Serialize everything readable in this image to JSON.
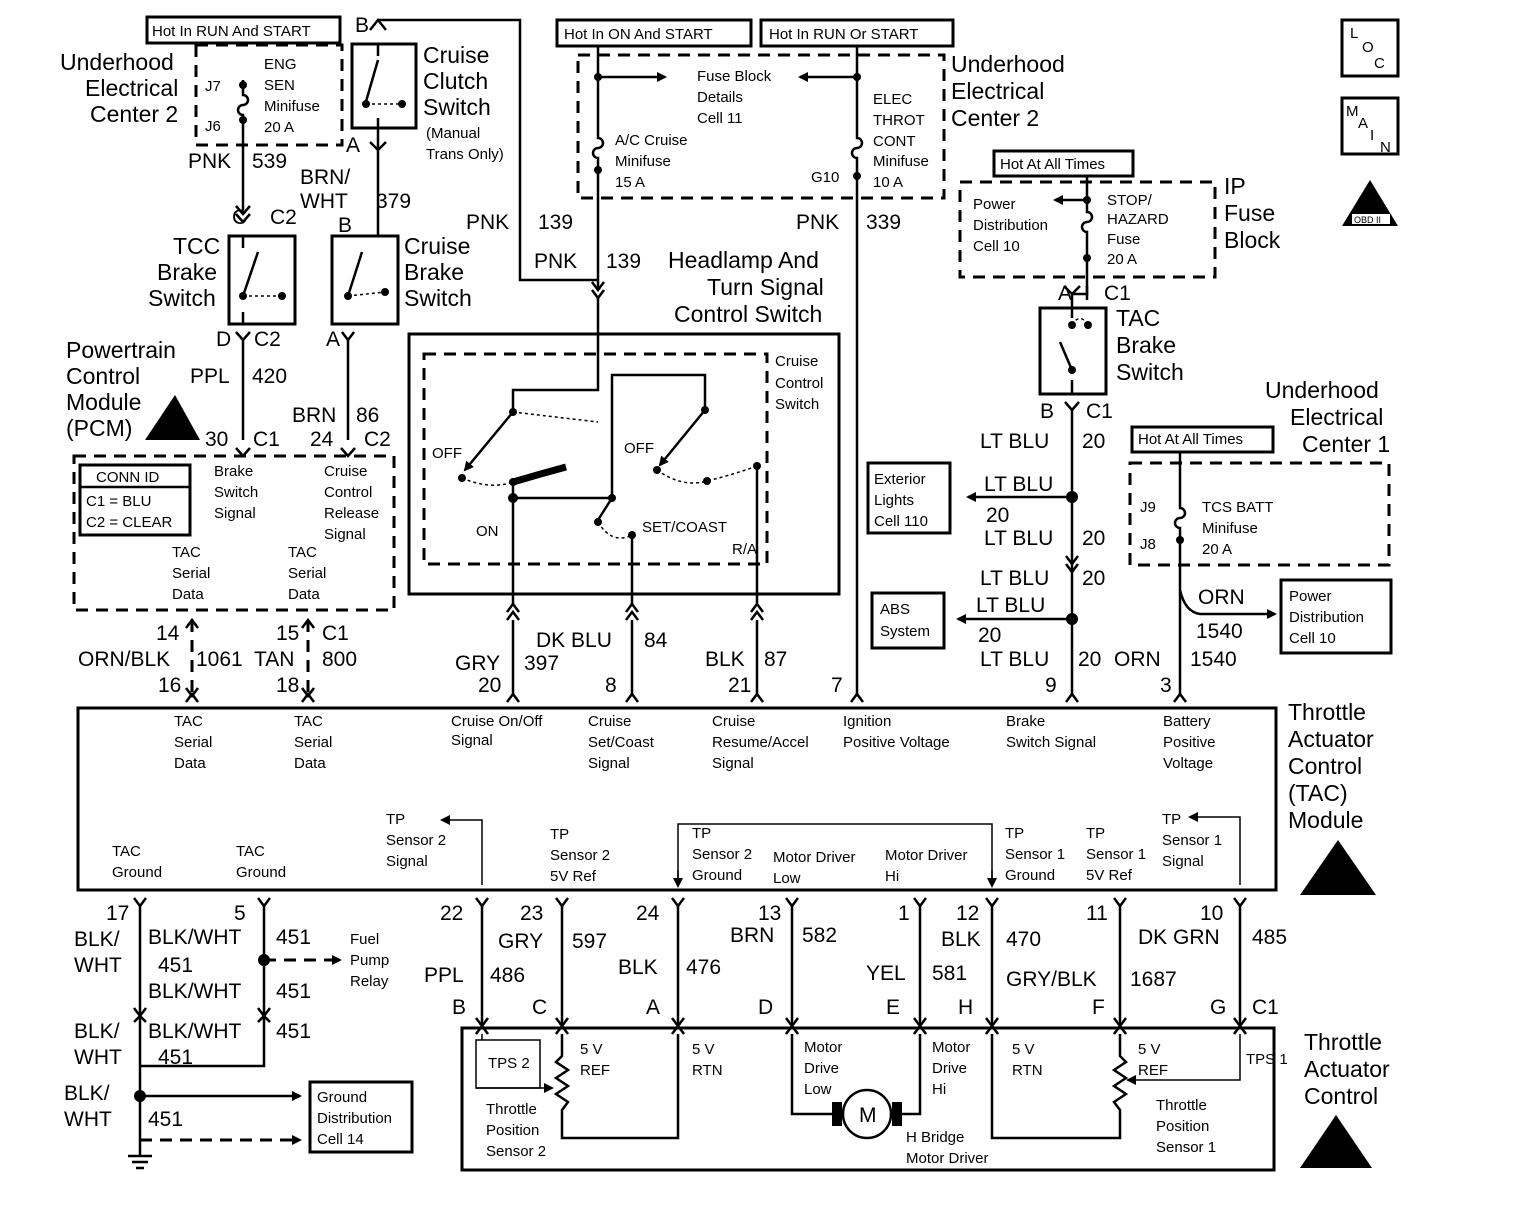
{
  "hot_labels": {
    "run_start": "Hot In RUN And START",
    "on_start": "Hot In ON And START",
    "run_or_start": "Hot In RUN Or START",
    "all_times_ip": "Hot At All Times",
    "all_times_uec1": "Hot At All Times"
  },
  "uec2_left": {
    "title": [
      "Underhood",
      "Electrical",
      "Center 2"
    ],
    "fuse": [
      "ENG",
      "SEN",
      "Minifuse",
      "20 A"
    ],
    "j_top": "J7",
    "j_bot": "J6"
  },
  "uec2_right": {
    "title": [
      "Underhood",
      "Electrical",
      "Center 2"
    ],
    "fuse_left": [
      "A/C Cruise",
      "Minifuse",
      "15 A"
    ],
    "fuse_right": [
      "ELEC",
      "THROT",
      "CONT",
      "Minifuse",
      "10 A"
    ],
    "g10": "G10",
    "fuse_block": [
      "Fuse Block",
      "Details",
      "Cell 11"
    ]
  },
  "cruise_clutch": {
    "label": [
      "Cruise",
      "Clutch",
      "Switch"
    ],
    "note": [
      "(Manual",
      "Trans Only)"
    ],
    "pin_top": "B",
    "pin_bot": "A"
  },
  "wires": {
    "pnk": "PNK",
    "w539": "539",
    "brn_wht": [
      "BRN/",
      "WHT"
    ],
    "w379": "379",
    "pnk139": "PNK",
    "w139": "139",
    "pnk339": "PNK",
    "w339": "339",
    "ppl": "PPL",
    "w420": "420",
    "brn": "BRN",
    "w86": "86"
  },
  "tcc_brake": {
    "label": [
      "TCC",
      "Brake",
      "Switch"
    ],
    "pin_top": "C",
    "conn_top": "C2",
    "pin_bot": "D",
    "conn_bot": "C2"
  },
  "cruise_brake": {
    "label": [
      "Cruise",
      "Brake",
      "Switch"
    ],
    "pin_top": "B",
    "pin_bot": "A"
  },
  "pcm": {
    "label": [
      "Powertrain",
      "Control",
      "Module",
      "(PCM)"
    ],
    "pin30": "30",
    "c1": "C1",
    "pin24": "24",
    "c2": "C2",
    "conn_id": [
      "CONN ID",
      "C1 = BLU",
      "C2 = CLEAR"
    ],
    "brake_sig": [
      "Brake",
      "Switch",
      "Signal"
    ],
    "cruise_rel": [
      "Cruise",
      "Control",
      "Release",
      "Signal"
    ],
    "tac_data1": [
      "TAC",
      "Serial",
      "Data"
    ],
    "tac_data2": [
      "TAC",
      "Serial",
      "Data"
    ],
    "pin14": "14",
    "pin15": "15",
    "c1b": "C1"
  },
  "headlamp": {
    "label": [
      "Headlamp And",
      "Turn Signal",
      "Control Switch"
    ],
    "cruise_sw": [
      "Cruise",
      "Control",
      "Switch"
    ],
    "off1": "OFF",
    "off2": "OFF",
    "on": "ON",
    "set": "SET/COAST",
    "ra": "R/A"
  },
  "mid_wires": {
    "orn_blk": "ORN/BLK",
    "w1061": "1061",
    "tan": "TAN",
    "w800": "800",
    "p16": "16",
    "p18": "18",
    "gry": "GRY",
    "w397": "397",
    "p20": "20",
    "dk_blu": "DK BLU",
    "w84": "84",
    "p8": "8",
    "blk": "BLK",
    "w87": "87",
    "p21": "21",
    "p7": "7",
    "p9": "9",
    "p3": "3",
    "orn": "ORN",
    "w1540": "1540",
    "w1540b": "1540",
    "orn2": "ORN",
    "lt_blu_20": "20"
  },
  "ip_fuse": {
    "label": [
      "IP",
      "Fuse",
      "Block"
    ],
    "power_dist": [
      "Power",
      "Distribution",
      "Cell 10"
    ],
    "fuse": [
      "STOP/",
      "HAZARD",
      "Fuse",
      "20 A"
    ]
  },
  "tac_brake": {
    "label": [
      "TAC",
      "Brake",
      "Switch"
    ],
    "pin_top": "A",
    "conn_top": "C1",
    "pin_bot": "B",
    "conn_bot": "C1"
  },
  "lt_blu": {
    "a": "LT BLU",
    "a20": "20",
    "b": "LT BLU",
    "b20": "20",
    "c": "LT BLU",
    "c20": "20",
    "d": "LT BLU",
    "d20": "20",
    "e": "LT BLU",
    "e20": "20",
    "f": "LT BLU",
    "f20": "20"
  },
  "ext_lights": [
    "Exterior",
    "Lights",
    "Cell 110"
  ],
  "abs": [
    "ABS",
    "System"
  ],
  "uec1": {
    "title": [
      "Underhood",
      "Electrical",
      "Center 1"
    ],
    "fuse": [
      "TCS BATT",
      "Minifuse",
      "20 A"
    ],
    "j9": "J9",
    "j8": "J8"
  },
  "power_dist2": [
    "Power",
    "Distribution",
    "Cell 10"
  ],
  "tac_module": {
    "label": [
      "Throttle",
      "Actuator",
      "Control",
      "(TAC)",
      "Module"
    ],
    "sig": [
      [
        "TAC",
        "Serial",
        "Data"
      ],
      [
        "TAC",
        "Serial",
        "Data"
      ],
      [
        "Cruise On/Off",
        "Signal"
      ],
      [
        "Cruise",
        "Set/Coast",
        "Signal"
      ],
      [
        "Cruise",
        "Resume/Accel",
        "Signal"
      ],
      [
        "Ignition",
        "Positive  Voltage"
      ],
      [
        "Brake",
        "Switch Signal"
      ],
      [
        "Battery",
        "Positive",
        "Voltage"
      ]
    ],
    "low": [
      [
        "TAC",
        "Ground"
      ],
      [
        "TAC",
        "Ground"
      ],
      [
        "TP",
        "Sensor 2",
        "Signal"
      ],
      [
        "TP",
        "Sensor 2",
        "5V Ref"
      ],
      [
        "TP",
        "Sensor 2",
        "Ground"
      ],
      [
        "Motor Driver",
        "Low"
      ],
      [
        "Motor Driver",
        "Hi"
      ],
      [
        "TP",
        "Sensor 1",
        "Ground"
      ],
      [
        "TP",
        "Sensor 1",
        "5V Ref"
      ],
      [
        "TP",
        "Sensor 1",
        "Signal"
      ]
    ]
  },
  "bottom_pins": {
    "p17": "17",
    "p5": "5",
    "p22": "22",
    "p23": "23",
    "p24": "24",
    "p13": "13",
    "p1": "1",
    "p12": "12",
    "p11": "11",
    "p10": "10"
  },
  "bottom_wires": {
    "blk_wht_a": [
      "BLK/",
      "WHT"
    ],
    "blk_wht_b": "BLK/WHT",
    "w451_a": "451",
    "w451_b": "451",
    "blk_wht_c": "BLK/WHT",
    "w451_c": "451",
    "blk_wht_d": [
      "BLK/",
      "WHT"
    ],
    "blk_wht_e": "BLK/WHT",
    "w451_d": "451",
    "w451_e": "451",
    "blk_wht_f": [
      "BLK/",
      "WHT"
    ],
    "w451_f": "451",
    "gry": "GRY",
    "w597": "597",
    "ppl": "PPL",
    "w486": "486",
    "blk": "BLK",
    "w476": "476",
    "brn": "BRN",
    "w582": "582",
    "yel": "YEL",
    "w581": "581",
    "blk2": "BLK",
    "w470": "470",
    "gry_blk": "GRY/BLK",
    "w1687": "1687",
    "dk_grn": "DK GRN",
    "w485": "485",
    "fuel_pump": [
      "Fuel",
      "Pump",
      "Relay"
    ],
    "ground_dist": [
      "Ground",
      "Distribution",
      "Cell 14"
    ]
  },
  "tac_pins": {
    "B": "B",
    "C": "C",
    "A": "A",
    "D": "D",
    "E": "E",
    "H": "H",
    "F": "F",
    "G": "G",
    "C1": "C1"
  },
  "throttle_actuator": {
    "label": [
      "Throttle",
      "Actuator",
      "Control"
    ],
    "tps2": "TPS 2",
    "ref1": [
      "5 V",
      "REF"
    ],
    "rtn1": [
      "5 V",
      "RTN"
    ],
    "tps2_name": [
      "Throttle",
      "Position",
      "Sensor 2"
    ],
    "mdl": [
      "Motor",
      "Drive",
      "Low"
    ],
    "mdh": [
      "Motor",
      "Drive",
      "Hi"
    ],
    "motor": "M",
    "hbridge": [
      "H Bridge",
      "Motor Driver"
    ],
    "rtn2": [
      "5 V",
      "RTN"
    ],
    "ref2": [
      "5 V",
      "REF"
    ],
    "tps1": "TPS 1",
    "tps1_name": [
      "Throttle",
      "Position",
      "Sensor 1"
    ]
  },
  "corner": {
    "loc": [
      "L",
      "O",
      "C"
    ],
    "main": [
      "M",
      "A",
      "I",
      "N"
    ],
    "obd": "OBD II"
  }
}
